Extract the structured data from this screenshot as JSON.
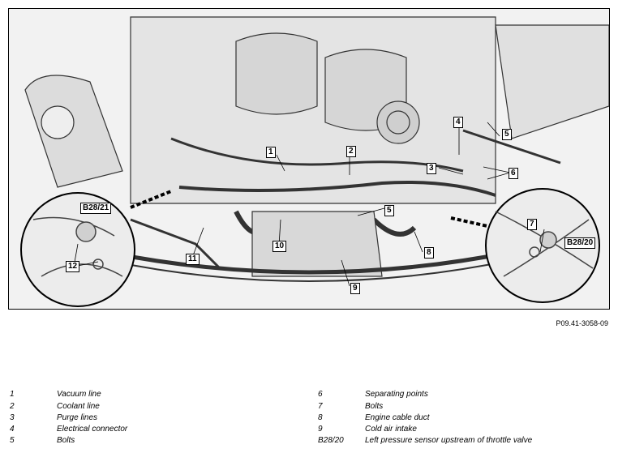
{
  "callouts": {
    "c1": "1",
    "c2": "2",
    "c3": "3",
    "c4": "4",
    "c5a": "5",
    "c5b": "5",
    "c6": "6",
    "c7": "7",
    "c8": "8",
    "c9": "9",
    "c10": "10",
    "c11": "11",
    "c12": "12",
    "b2821": "B28/21",
    "b2820": "B28/20"
  },
  "figure_id": "P09.41-3058-09",
  "legend": {
    "left": [
      {
        "key": "1",
        "value": "Vacuum line"
      },
      {
        "key": "2",
        "value": "Coolant line"
      },
      {
        "key": "3",
        "value": "Purge lines"
      },
      {
        "key": "4",
        "value": "Electrical connector"
      },
      {
        "key": "5",
        "value": "Bolts"
      }
    ],
    "right": [
      {
        "key": "6",
        "value": "Separating points"
      },
      {
        "key": "7",
        "value": "Bolts"
      },
      {
        "key": "8",
        "value": "Engine cable duct"
      },
      {
        "key": "9",
        "value": "Cold air intake"
      },
      {
        "key": "B28/20",
        "value": "Left pressure sensor upstream of throttle valve"
      }
    ]
  }
}
